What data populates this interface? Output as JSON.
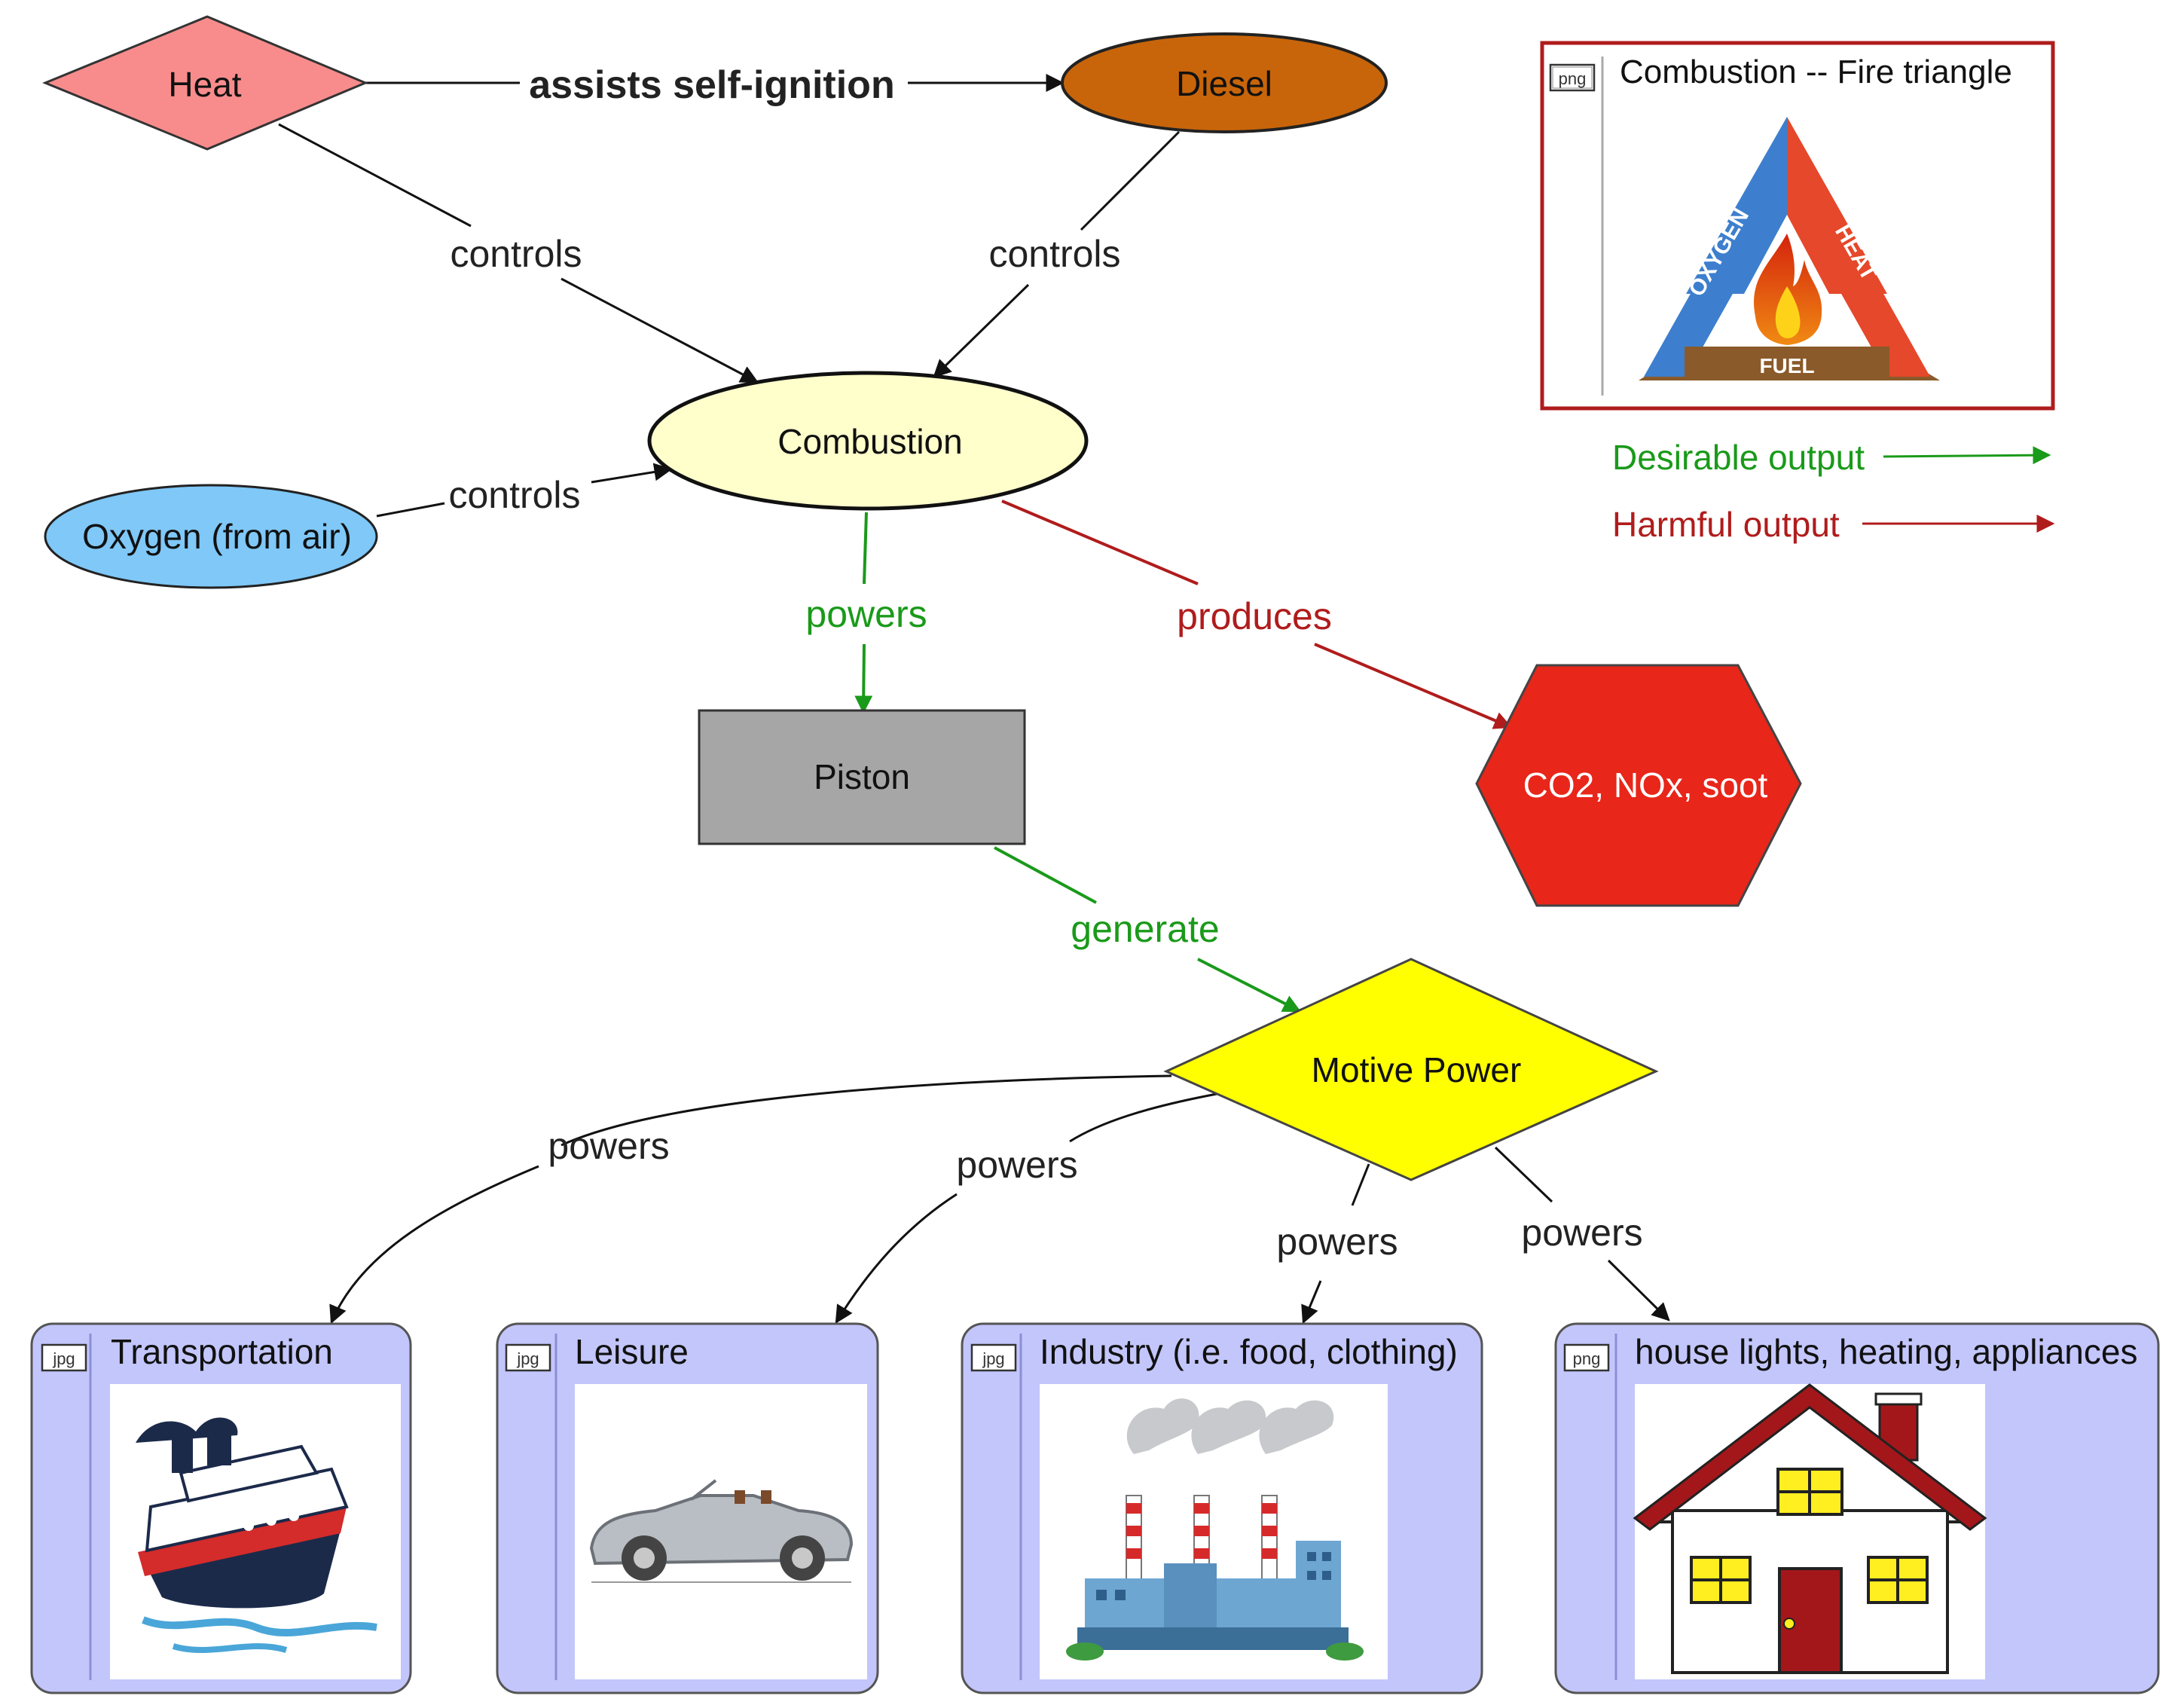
{
  "nodes": {
    "heat": "Heat",
    "diesel": "Diesel",
    "combustion": "Combustion",
    "oxygen": "Oxygen (from air)",
    "piston": "Piston",
    "emissions": "CO2, NOx, soot",
    "motive_power": "Motive Power"
  },
  "edges": {
    "heat_diesel": "assists self-ignition",
    "heat_combustion": "controls",
    "diesel_combustion": "controls",
    "oxygen_combustion": "controls",
    "combustion_piston": "powers",
    "combustion_emissions": "produces",
    "piston_motive": "generate",
    "motive_transport": "powers",
    "motive_leisure": "powers",
    "motive_industry": "powers",
    "motive_house": "powers"
  },
  "legend_image": {
    "file_type": "png",
    "title": "Combustion -- Fire triangle",
    "triangle_labels": {
      "left": "OXYGEN",
      "right": "HEAT",
      "base": "FUEL"
    }
  },
  "legend": {
    "desirable": "Desirable output",
    "harmful": "Harmful output"
  },
  "cards": {
    "transportation": {
      "file_type": "jpg",
      "title": "Transportation",
      "icon": "ship-icon"
    },
    "leisure": {
      "file_type": "jpg",
      "title": "Leisure",
      "icon": "car-icon"
    },
    "industry": {
      "file_type": "jpg",
      "title": "Industry (i.e. food, clothing)",
      "icon": "factory-icon"
    },
    "house": {
      "file_type": "png",
      "title": "house lights, heating, appliances",
      "icon": "house-icon"
    }
  },
  "colors": {
    "desirable": "#1a9a1a",
    "harmful": "#b01c1c",
    "neutral_edge": "#111111",
    "heat_fill": "#f88c8c",
    "diesel_fill": "#c8650a",
    "combustion_fill": "#ffffcc",
    "oxygen_fill": "#7fc8f8",
    "piston_fill": "#a6a6a6",
    "emissions_fill": "#e8261a",
    "motive_fill": "#ffff00",
    "card_fill": "#c3c6fb",
    "card_border": "#8b8fd6"
  }
}
